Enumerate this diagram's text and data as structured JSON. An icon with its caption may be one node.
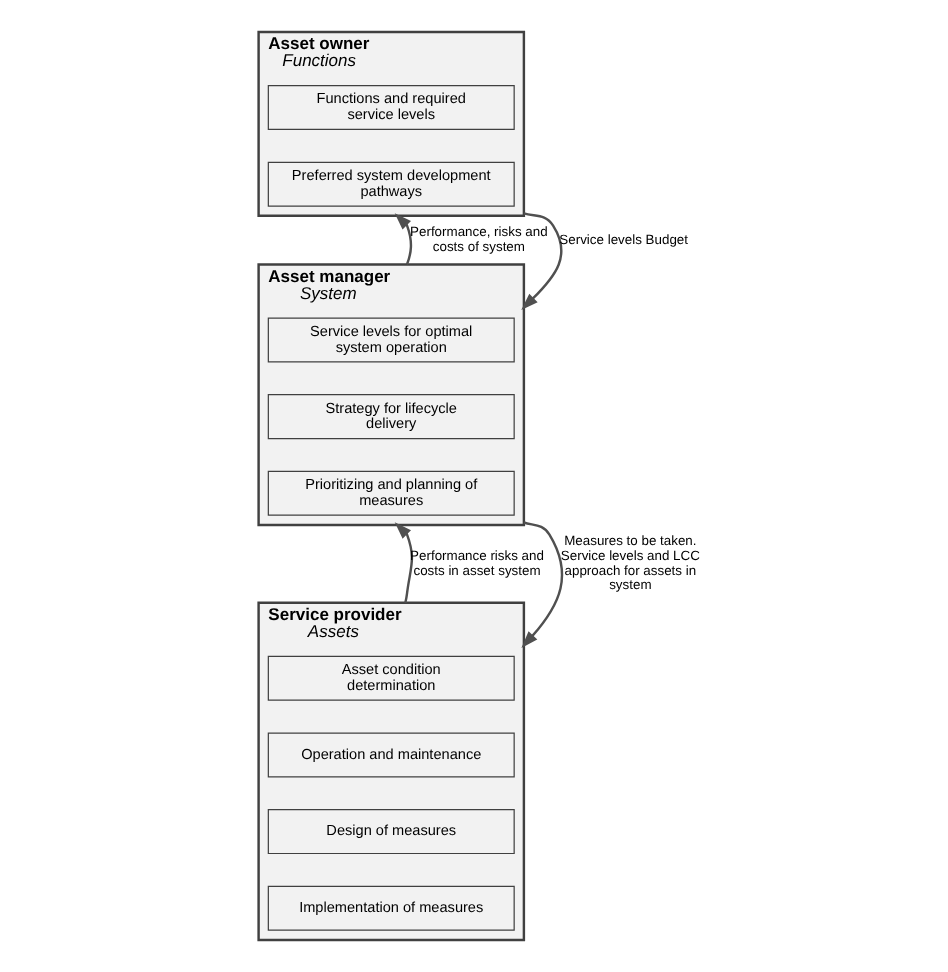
{
  "diagram": {
    "nodes": [
      {
        "text": [
          "Asset owner",
          "Functions"
        ]
      },
      {
        "text": [
          "Functions and required service levels"
        ],
        "in": 0
      },
      {
        "text": [
          "Preferred system development pathways"
        ],
        "in": 0
      },
      {
        "text": [
          "Asset manager",
          "System"
        ]
      },
      {
        "text": [
          "Service levels for optimal system operation"
        ],
        "in": 3
      },
      {
        "text": [
          "Strategy for lifecycle delivery"
        ],
        "in": 3
      },
      {
        "text": [
          "Prioritizing and planning of measures"
        ],
        "in": 3
      },
      {
        "text": [
          "Service provider",
          "Assets"
        ]
      },
      {
        "text": [
          "Asset condition determination"
        ],
        "in": 7
      },
      {
        "text": [
          "Operation and maintenance"
        ],
        "in": 7
      },
      {
        "text": [
          "Design of measures"
        ],
        "in": 7
      },
      {
        "text": [
          "Implementation of measures"
        ],
        "in": 7
      }
    ],
    "edges": [
      {
        "from": 3,
        "to": 0,
        "arrow": "to",
        "label": "Performance, risks and costs of system"
      },
      {
        "from": 0,
        "to": 3,
        "arrow": "to",
        "label": "Service levels Budget"
      },
      {
        "from": 7,
        "to": 3,
        "arrow": "to",
        "label": "Performance risks and costs in asset system"
      },
      {
        "from": 3,
        "to": 7,
        "arrow": "to",
        "label": "Measures to be taken. Service levels and LCC approach for assets in system"
      }
    ]
  }
}
